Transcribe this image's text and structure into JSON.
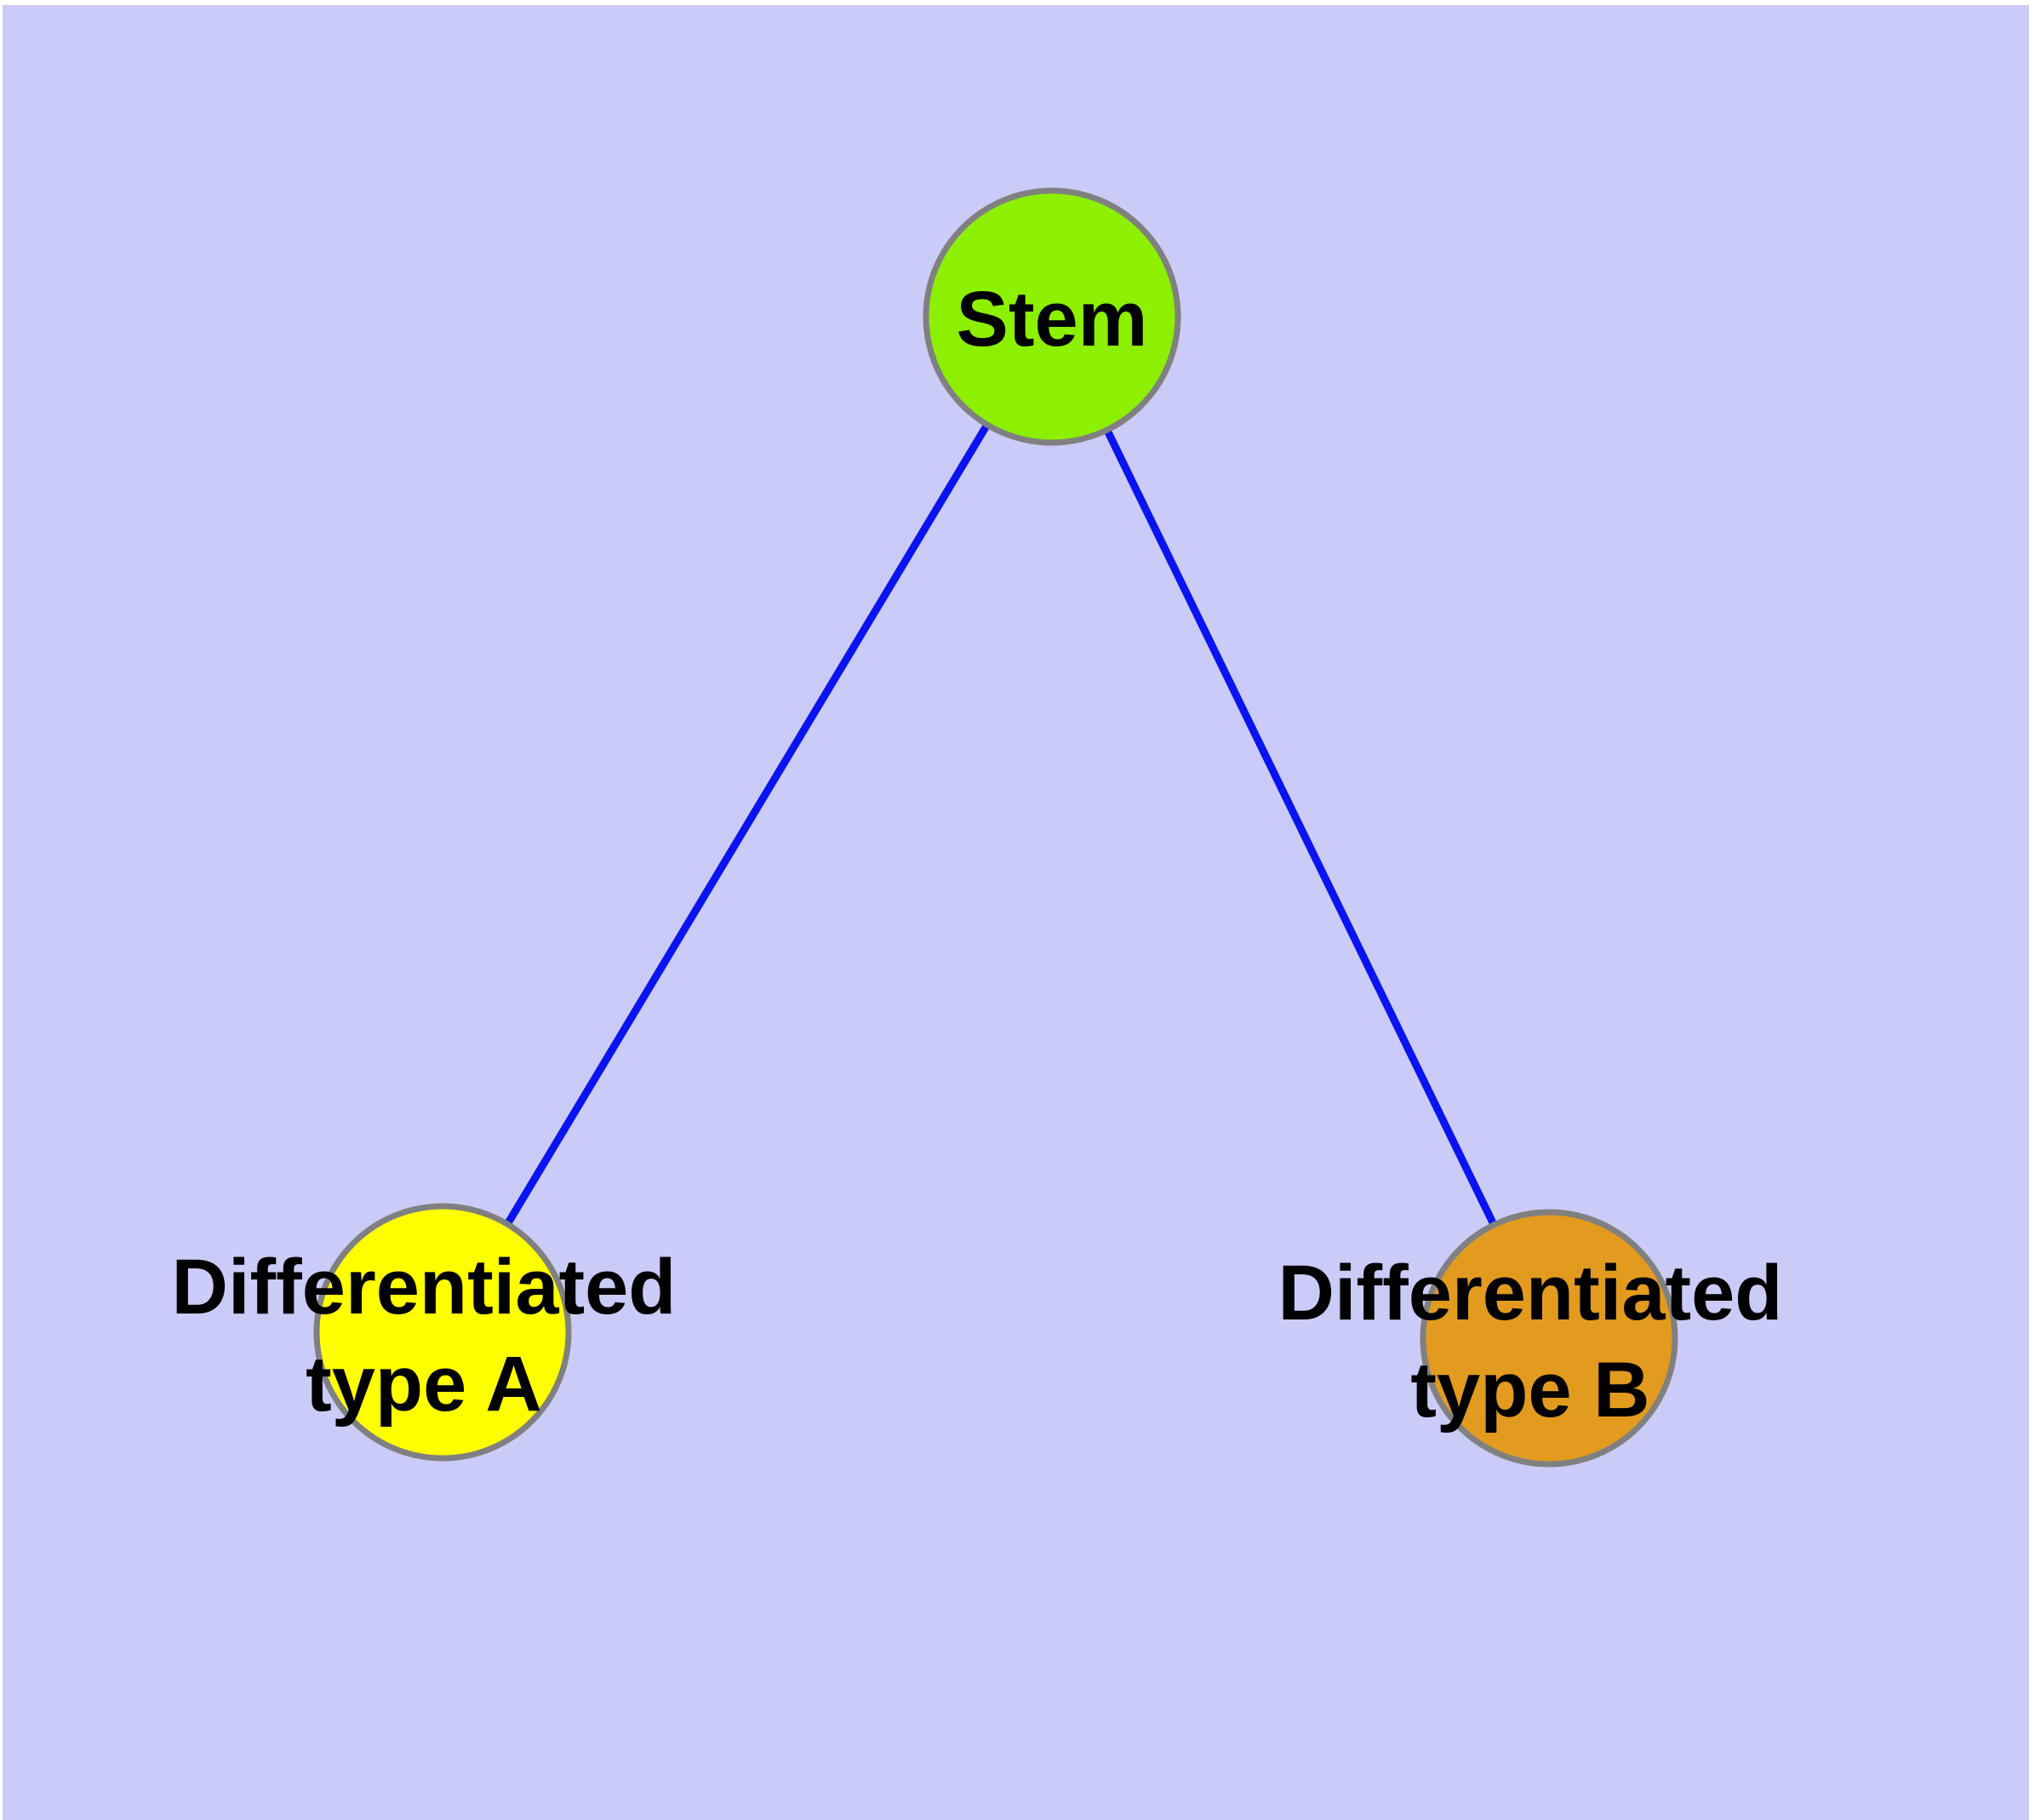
{
  "diagram": {
    "type": "graph",
    "background_color": "#CBCBF8",
    "margin_color": "#FFFFFF",
    "label_color": "#000000",
    "node_border_color": "#808080",
    "node_border_width": "7",
    "edge": {
      "color": "#0A14F0",
      "width": "9"
    },
    "nodes": {
      "stem": {
        "label": "Stem",
        "fill": "#8CF000"
      },
      "typeA": {
        "label_line1": "Differentiated",
        "label_line2": "type A",
        "fill": "#FFFF00"
      },
      "typeB": {
        "label_line1": "Differentiated",
        "label_line2": "type B",
        "fill": "#E29B1E"
      }
    },
    "edges": [
      {
        "from": "Stem",
        "to": "Differentiated type A"
      },
      {
        "from": "Stem",
        "to": "Differentiated type B"
      }
    ]
  }
}
